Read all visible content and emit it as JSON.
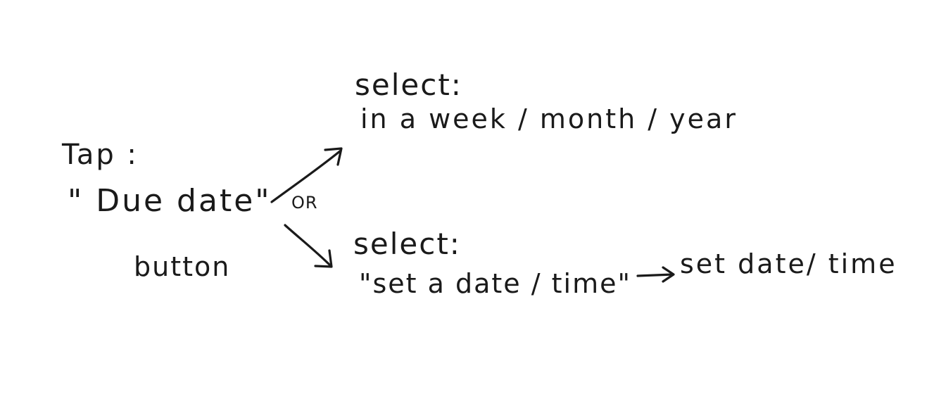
{
  "start": {
    "label": "Tap :",
    "target": "\" Due date\"",
    "target_sub": "button"
  },
  "branch": {
    "connector": "OR"
  },
  "option_top": {
    "heading": "select:",
    "text": "in a week / month / year"
  },
  "option_bottom": {
    "heading": "select:",
    "text": "\"set a date / time\"",
    "result": "set date/ time"
  },
  "ink_color": "#1a1a1a",
  "background_color": "#ffffff"
}
